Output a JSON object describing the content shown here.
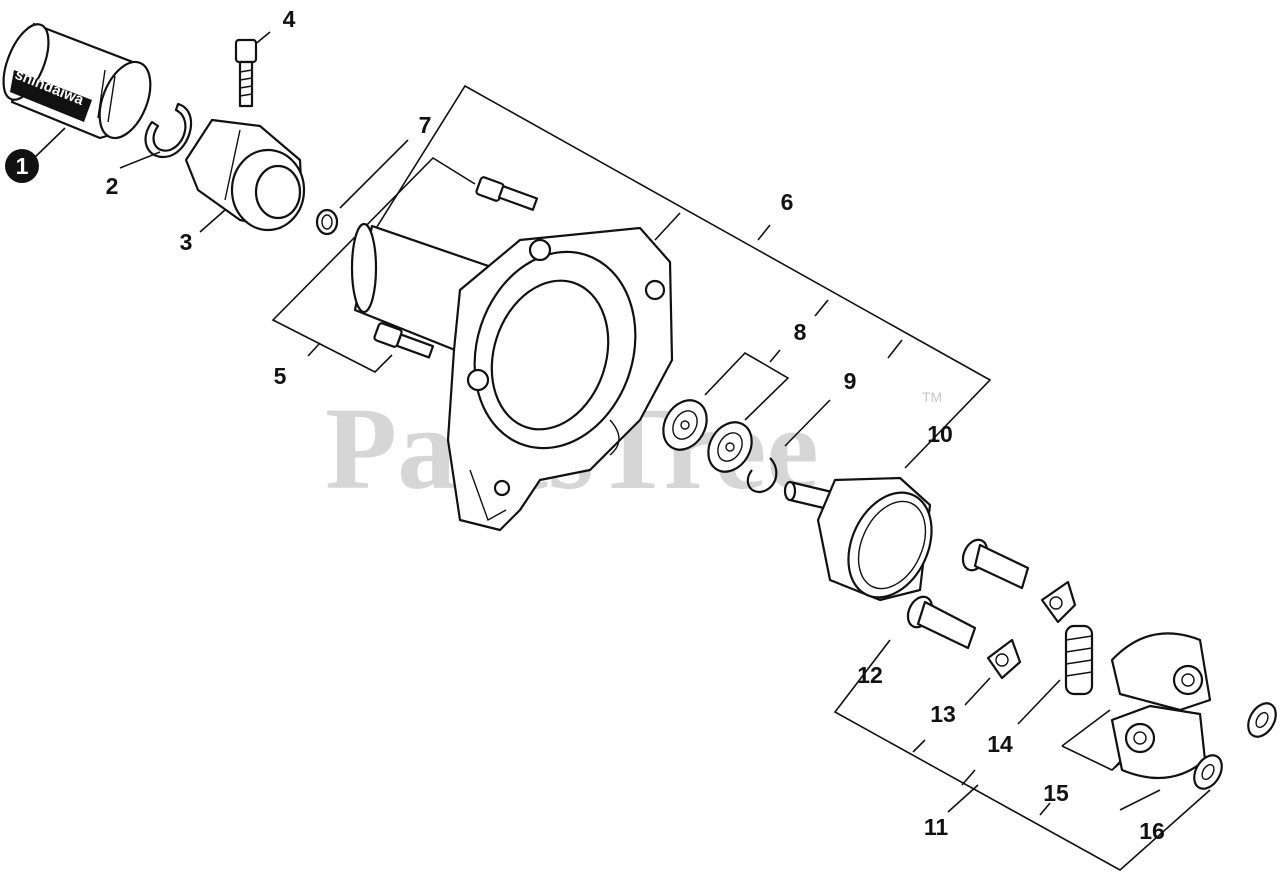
{
  "watermark": {
    "text": "PartsTree",
    "trademark": "TM"
  },
  "brand_text": "shindaiwa",
  "callouts": [
    {
      "id": "c1",
      "text": "1"
    },
    {
      "id": "c2",
      "text": "2"
    },
    {
      "id": "c3",
      "text": "3"
    },
    {
      "id": "c4",
      "text": "4"
    },
    {
      "id": "c5",
      "text": "5"
    },
    {
      "id": "c6",
      "text": "6"
    },
    {
      "id": "c7",
      "text": "7"
    },
    {
      "id": "c8",
      "text": "8"
    },
    {
      "id": "c9",
      "text": "9"
    },
    {
      "id": "c10",
      "text": "10"
    },
    {
      "id": "c11",
      "text": "11"
    },
    {
      "id": "c12",
      "text": "12"
    },
    {
      "id": "c13",
      "text": "13"
    },
    {
      "id": "c14",
      "text": "14"
    },
    {
      "id": "c15",
      "text": "15"
    },
    {
      "id": "c16",
      "text": "16"
    }
  ],
  "colors": {
    "ink": "#111111",
    "watermark": "#c9c9c9",
    "background": "#ffffff"
  }
}
